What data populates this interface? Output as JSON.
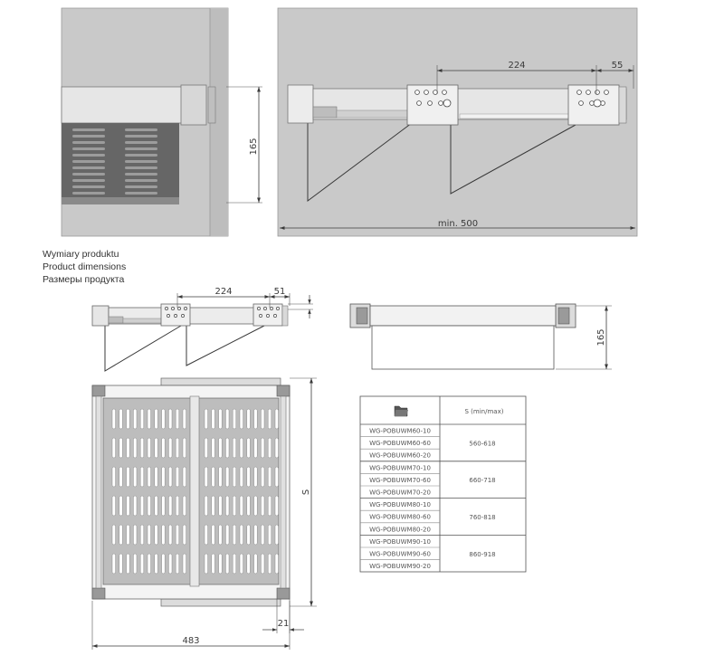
{
  "caption": {
    "pl": "Wymiary produktu",
    "en": "Product dimensions",
    "ru": "Размеры продукта"
  },
  "dims": {
    "h165_a": "165",
    "d224_a": "224",
    "d55": "55",
    "min500": "min. 500",
    "d224_b": "224",
    "d51": "51",
    "h165_b": "165",
    "s": "S",
    "d21": "21",
    "d483": "483"
  },
  "table": {
    "header_icon": "folder-icon",
    "header_s": "S (min/max)",
    "groups": [
      {
        "codes": [
          "WG-POBUWM60-10",
          "WG-POBUWM60-60",
          "WG-POBUWM60-20"
        ],
        "range": "560-618"
      },
      {
        "codes": [
          "WG-POBUWM70-10",
          "WG-POBUWM70-60",
          "WG-POBUWM70-20"
        ],
        "range": "660-718"
      },
      {
        "codes": [
          "WG-POBUWM80-10",
          "WG-POBUWM80-60",
          "WG-POBUWM80-20"
        ],
        "range": "760-818"
      },
      {
        "codes": [
          "WG-POBUWM90-10",
          "WG-POBUWM90-60",
          "WG-POBUWM90-20"
        ],
        "range": "860-918"
      }
    ]
  },
  "colors": {
    "background": "#ffffff",
    "panel_gray": "#c8c8c8",
    "dark_gray": "#6b6b6b",
    "line": "#3a3a3a"
  }
}
